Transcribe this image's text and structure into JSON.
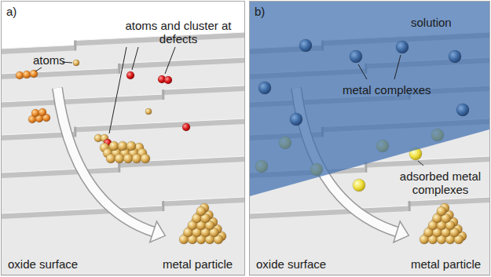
{
  "diagram": {
    "nodes": [
      {
        "text": [
          "a)",
          "atoms",
          "atoms and cluster at defects",
          "oxide surface",
          "metal particle"
        ]
      },
      {
        "text": [
          "b)",
          "solution",
          "metal complexes",
          "adsorbed metal complexes",
          "oxide surface",
          "metal particle"
        ]
      }
    ],
    "edges": []
  }
}
